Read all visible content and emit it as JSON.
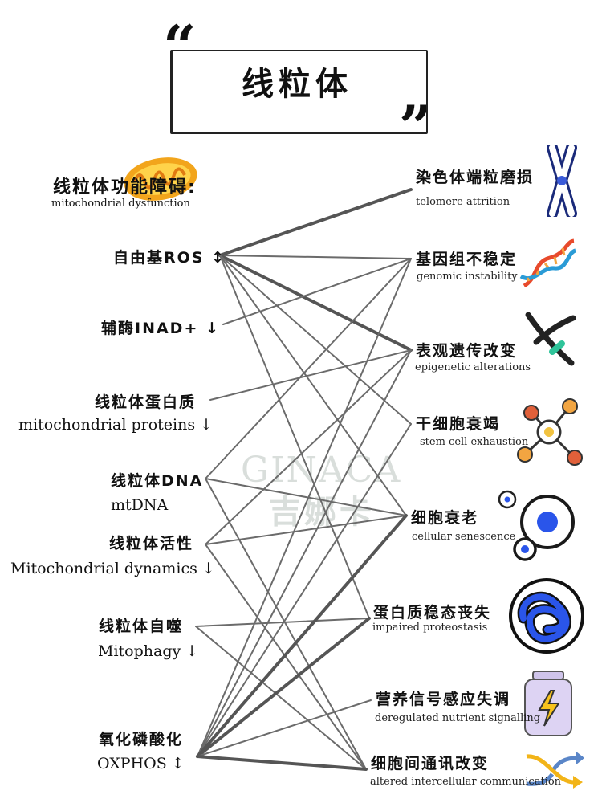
{
  "title": "线粒体",
  "quote_open": "“",
  "quote_close": "”",
  "watermark": {
    "en": "GINACA",
    "zh": "吉娜卡"
  },
  "header": {
    "zh": "线粒体功能障碍:",
    "en": "mitochondrial dysfunction",
    "icon": "mitochondria-icon"
  },
  "left_nodes": [
    {
      "id": "ros",
      "zh": "自由基ROS ↕"
    },
    {
      "id": "nad",
      "zh": "辅酶ⅠNAD+ ↓"
    },
    {
      "id": "proteins",
      "zh": "线粒体蛋白质",
      "en": "mitochondrial proteins ↓"
    },
    {
      "id": "dna",
      "zh": "线粒体DNA",
      "en": "mtDNA"
    },
    {
      "id": "dynamics",
      "zh": "线粒体活性",
      "en": "Mitochondrial dynamics ↓"
    },
    {
      "id": "mitophagy",
      "zh": "线粒体自噬",
      "en": "Mitophagy ↓"
    },
    {
      "id": "oxphos",
      "zh": "氧化磷酸化",
      "en": "OXPHOS ↕"
    }
  ],
  "right_nodes": [
    {
      "id": "telomere",
      "zh": "染色体端粒磨损",
      "en": "telomere attrition",
      "icon": "chromosome-icon"
    },
    {
      "id": "genomic",
      "zh": "基因组不稳定",
      "en": "genomic instability",
      "icon": "dna-helix-icon"
    },
    {
      "id": "epigenetic",
      "zh": "表观遗传改变",
      "en": "epigenetic alterations",
      "icon": "dna-strand-icon"
    },
    {
      "id": "stemcell",
      "zh": "干细胞衰竭",
      "en": "stem cell exhaustion",
      "icon": "molecule-icon"
    },
    {
      "id": "senescence",
      "zh": "细胞衰老",
      "en": "cellular senescence",
      "icon": "cells-icon"
    },
    {
      "id": "proteostasis",
      "zh": "蛋白质稳态丧失",
      "en": "impaired proteostasis",
      "icon": "protein-tangle-icon"
    },
    {
      "id": "nutrient",
      "zh": "营养信号感应失调",
      "en": "deregulated nutrient signalling",
      "icon": "battery-jar-icon"
    },
    {
      "id": "intercellular",
      "zh": "细胞间通讯改变",
      "en": "altered intercellular communication",
      "icon": "exchange-arrows-icon"
    }
  ],
  "connections": [
    {
      "from": "ros",
      "to": "telomere"
    },
    {
      "from": "ros",
      "to": "genomic"
    },
    {
      "from": "ros",
      "to": "epigenetic"
    },
    {
      "from": "ros",
      "to": "stemcell"
    },
    {
      "from": "ros",
      "to": "senescence"
    },
    {
      "from": "ros",
      "to": "proteostasis"
    },
    {
      "from": "nad",
      "to": "genomic"
    },
    {
      "from": "proteins",
      "to": "epigenetic"
    },
    {
      "from": "dna",
      "to": "genomic"
    },
    {
      "from": "dna",
      "to": "senescence"
    },
    {
      "from": "dna",
      "to": "intercellular"
    },
    {
      "from": "dynamics",
      "to": "epigenetic"
    },
    {
      "from": "dynamics",
      "to": "senescence"
    },
    {
      "from": "dynamics",
      "to": "intercellular"
    },
    {
      "from": "mitophagy",
      "to": "proteostasis"
    },
    {
      "from": "mitophagy",
      "to": "intercellular"
    },
    {
      "from": "oxphos",
      "to": "genomic"
    },
    {
      "from": "oxphos",
      "to": "epigenetic"
    },
    {
      "from": "oxphos",
      "to": "stemcell"
    },
    {
      "from": "oxphos",
      "to": "senescence"
    },
    {
      "from": "oxphos",
      "to": "proteostasis"
    },
    {
      "from": "oxphos",
      "to": "nutrient"
    },
    {
      "from": "oxphos",
      "to": "intercellular"
    }
  ]
}
